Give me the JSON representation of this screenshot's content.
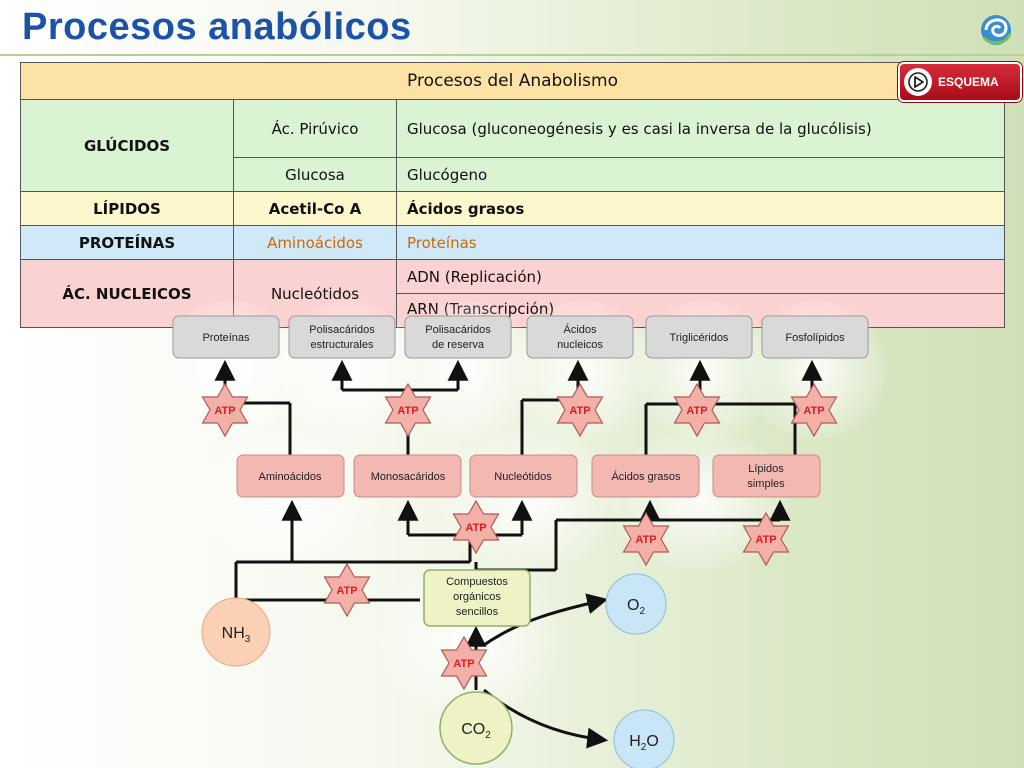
{
  "page": {
    "title": "Procesos anabólicos"
  },
  "esquema_button": {
    "label": "ESQUEMA",
    "icon": "play-icon"
  },
  "table": {
    "header": "Procesos del Anabolismo",
    "rows": {
      "glucidos": {
        "group": "GLÚCIDOS",
        "r1": {
          "precursor": "Ác. Pirúvico",
          "product": "Glucosa (gluconeogénesis y es casi la inversa de la glucólisis)"
        },
        "r2": {
          "precursor": "Glucosa",
          "product": "Glucógeno"
        }
      },
      "lipidos": {
        "group": "LÍPIDOS",
        "precursor": "Acetil-Co A",
        "product": "Ácidos grasos"
      },
      "proteinas": {
        "group": "PROTEÍNAS",
        "precursor": "Aminoácidos",
        "product": "Proteínas"
      },
      "nucleicos": {
        "group": "ÁC. NUCLEICOS",
        "precursor": "Nucleótidos",
        "product1": "ADN (Replicación)",
        "product2": "ARN (Transcripción)"
      }
    },
    "colors": {
      "header_bg": "#fce2a4",
      "header_text": "#b34d00",
      "glucidos": "#daf3d3",
      "lipidos": "#fcf7cd",
      "proteinas": "#cfe9f8",
      "nucleicos": "#fbd2d2"
    }
  },
  "diagram": {
    "top_row": [
      "Proteínas",
      "Polisacáridos estructurales",
      "Polisacáridos de reserva",
      "Ácidos nucleicos",
      "Triglicéridos",
      "Fosfolípidos"
    ],
    "middle_row": [
      "Aminoácidos",
      "Monosacáridos",
      "Nucleótidos",
      "Ácidos grasos",
      "Lípidos simples"
    ],
    "energy": "ATP",
    "compuestos": [
      "Compuestos",
      "orgánicos",
      "sencillos"
    ],
    "nh3": {
      "base": "NH",
      "sub": "3"
    },
    "o2": {
      "base": "O",
      "sub": "2"
    },
    "co2": {
      "base": "CO",
      "sub": "2"
    },
    "h2o": {
      "base": "H",
      "sub": "2",
      "tail": "O"
    },
    "colors": {
      "gray_box": "#d9d9d9",
      "pink_box": "#f4b8b3",
      "atp_star": "#f3b0a8",
      "atp_text": "#d81e1e",
      "nh3": "#fbd0b4",
      "o2": "#c9e6f6",
      "co2": "#eef2c4",
      "compuestos": "#eef2c4"
    }
  }
}
